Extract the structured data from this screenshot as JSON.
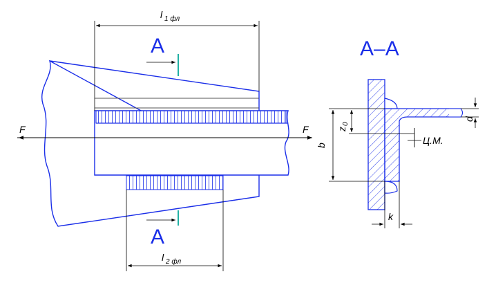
{
  "labels": {
    "dim_l1_main": "l",
    "dim_l1_sub": "1 фл",
    "dim_l2_main": "l",
    "dim_l2_sub": "2 фл",
    "section_top": "A",
    "section_bottom": "A",
    "section_title": "A–A",
    "force_left": "F",
    "force_right": "F",
    "dim_z0_main": "z",
    "dim_z0_sub": "0",
    "dim_b": "b",
    "dim_k": "k",
    "dim_d": "d",
    "centroid": "Ц.М."
  },
  "colors": {
    "part_outline": "#1a2ee8",
    "section_letter": "#1a2ee8",
    "cut_mark": "#0aa89a",
    "dimension": "#000000",
    "hatch": "#1a2ee8"
  }
}
